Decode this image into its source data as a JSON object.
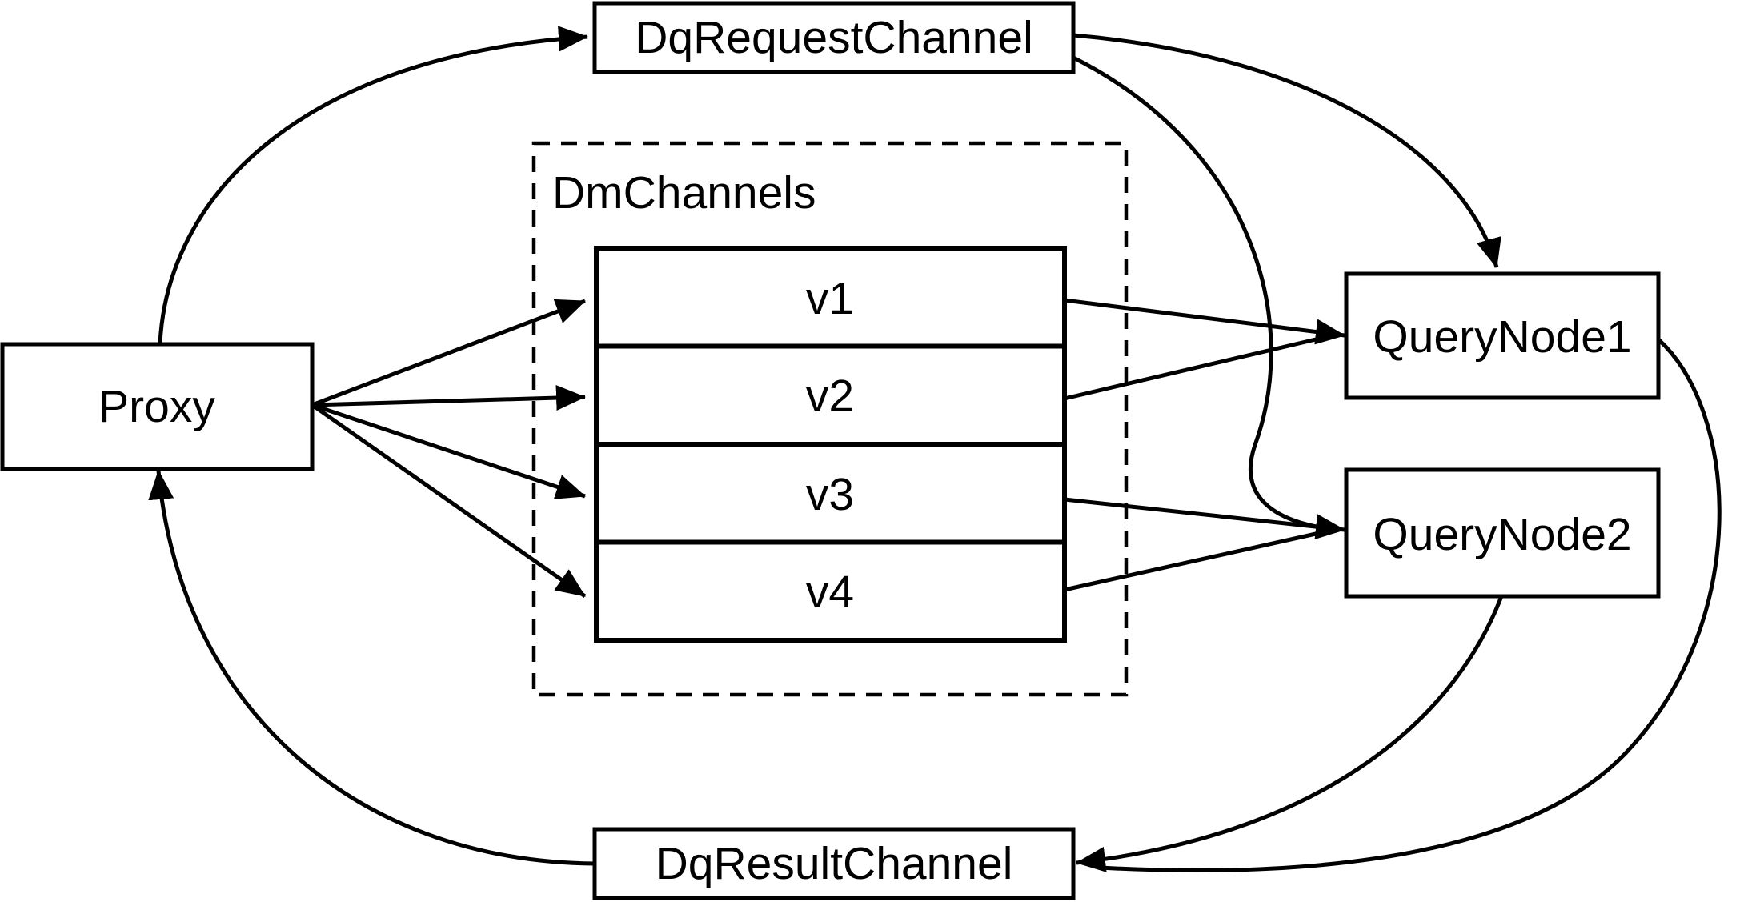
{
  "diagram": {
    "colors": {
      "background": "#ffffff",
      "stroke": "#000000",
      "box_fill": "#ffffff"
    },
    "nodes": {
      "proxy": {
        "label": "Proxy"
      },
      "dq_request_channel": {
        "label": "DqRequestChannel"
      },
      "dm_channels_group": {
        "label": "DmChannels"
      },
      "query_node_1": {
        "label": "QueryNode1"
      },
      "query_node_2": {
        "label": "QueryNode2"
      },
      "dq_result_channel": {
        "label": "DqResultChannel"
      }
    },
    "dm_channels": [
      {
        "label": "v1"
      },
      {
        "label": "v2"
      },
      {
        "label": "v3"
      },
      {
        "label": "v4"
      }
    ],
    "edges": [
      {
        "from": "Proxy",
        "to": "DqRequestChannel"
      },
      {
        "from": "DqRequestChannel",
        "to": "QueryNode1"
      },
      {
        "from": "DqRequestChannel",
        "to": "QueryNode2"
      },
      {
        "from": "Proxy",
        "to": "v1"
      },
      {
        "from": "Proxy",
        "to": "v2"
      },
      {
        "from": "Proxy",
        "to": "v3"
      },
      {
        "from": "Proxy",
        "to": "v4"
      },
      {
        "from": "v1",
        "to": "QueryNode1"
      },
      {
        "from": "v2",
        "to": "QueryNode1"
      },
      {
        "from": "v3",
        "to": "QueryNode2"
      },
      {
        "from": "v4",
        "to": "QueryNode2"
      },
      {
        "from": "QueryNode1",
        "to": "DqResultChannel"
      },
      {
        "from": "QueryNode2",
        "to": "DqResultChannel"
      },
      {
        "from": "DqResultChannel",
        "to": "Proxy"
      }
    ]
  }
}
